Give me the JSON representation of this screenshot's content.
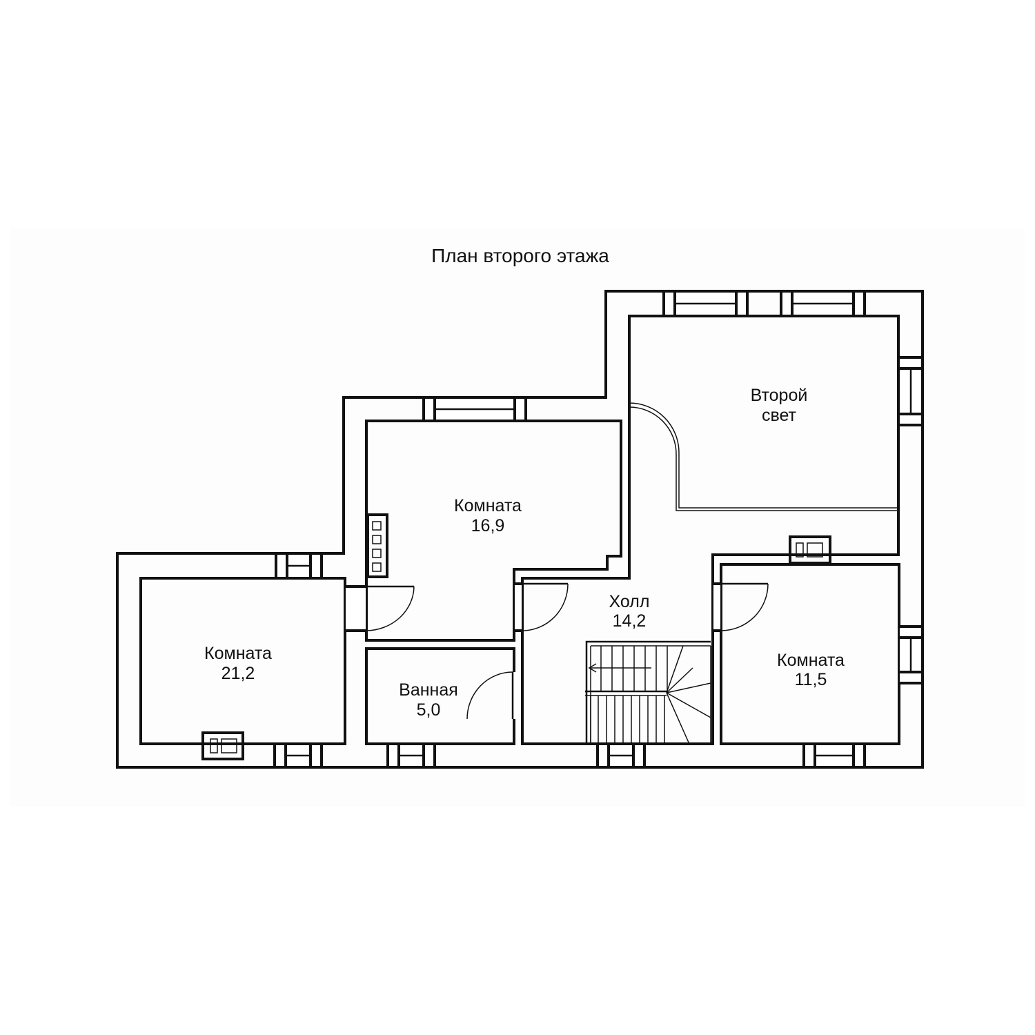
{
  "plan": {
    "title": "План второго этажа",
    "rooms": [
      {
        "id": "room_16_9",
        "name": "Комната",
        "area": "16,9"
      },
      {
        "id": "second_light",
        "name": "Второй",
        "area": "свет"
      },
      {
        "id": "hall",
        "name": "Холл",
        "area": "14,2"
      },
      {
        "id": "room_21_2",
        "name": "Комната",
        "area": "21,2"
      },
      {
        "id": "bath",
        "name": "Ванная",
        "area": "5,0"
      },
      {
        "id": "room_11_5",
        "name": "Комната",
        "area": "11,5"
      }
    ]
  }
}
